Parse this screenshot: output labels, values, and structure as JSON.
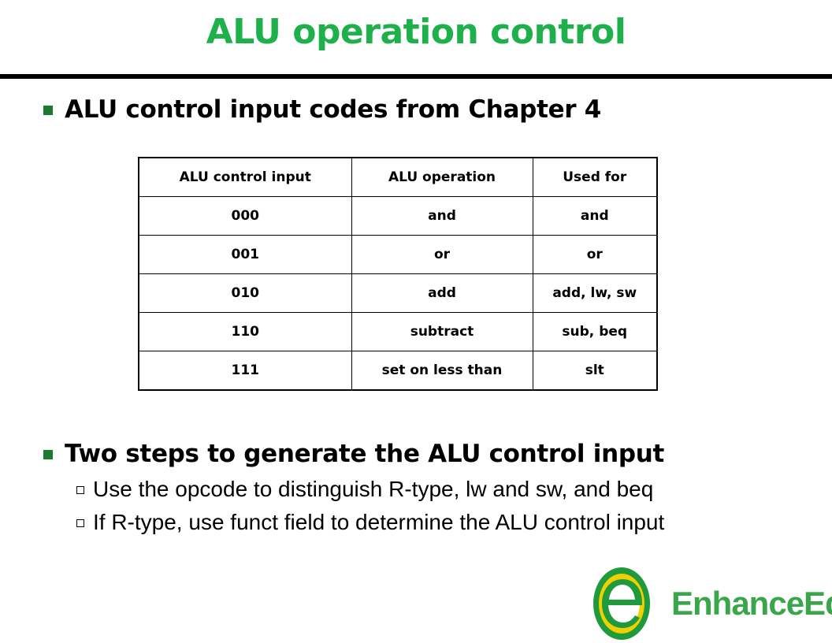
{
  "slide": {
    "title": "ALU operation control"
  },
  "bullets": [
    {
      "text": "ALU control input codes from Chapter 4",
      "sub_items": []
    },
    {
      "text": "Two steps to generate the ALU control input",
      "sub_items": [
        "Use the opcode to distinguish R-type, lw and sw, and beq",
        "If R-type, use funct field to determine the ALU control input"
      ]
    }
  ],
  "table": {
    "headers": [
      "ALU control input",
      "ALU operation",
      "Used for"
    ],
    "rows": [
      [
        "000",
        "and",
        "and"
      ],
      [
        "001",
        "or",
        "or"
      ],
      [
        "010",
        "add",
        "add, lw, sw"
      ],
      [
        "110",
        "subtract",
        "sub, beq"
      ],
      [
        "111",
        "set on less than",
        "slt"
      ]
    ]
  },
  "logo": {
    "text": "EnhanceEdu"
  },
  "colors": {
    "title": "#1eb04b",
    "bullet_marker": "#1a7a2e",
    "logo_text": "#3aa64a",
    "logo_ring_outer": "#1f9a3c",
    "logo_ring_inner": "#f0d000",
    "text": "#000000"
  },
  "icons": {
    "bullet": "filled-square",
    "sub_bullet": "hollow-square",
    "logo": "enhanceedu-e-logo"
  }
}
